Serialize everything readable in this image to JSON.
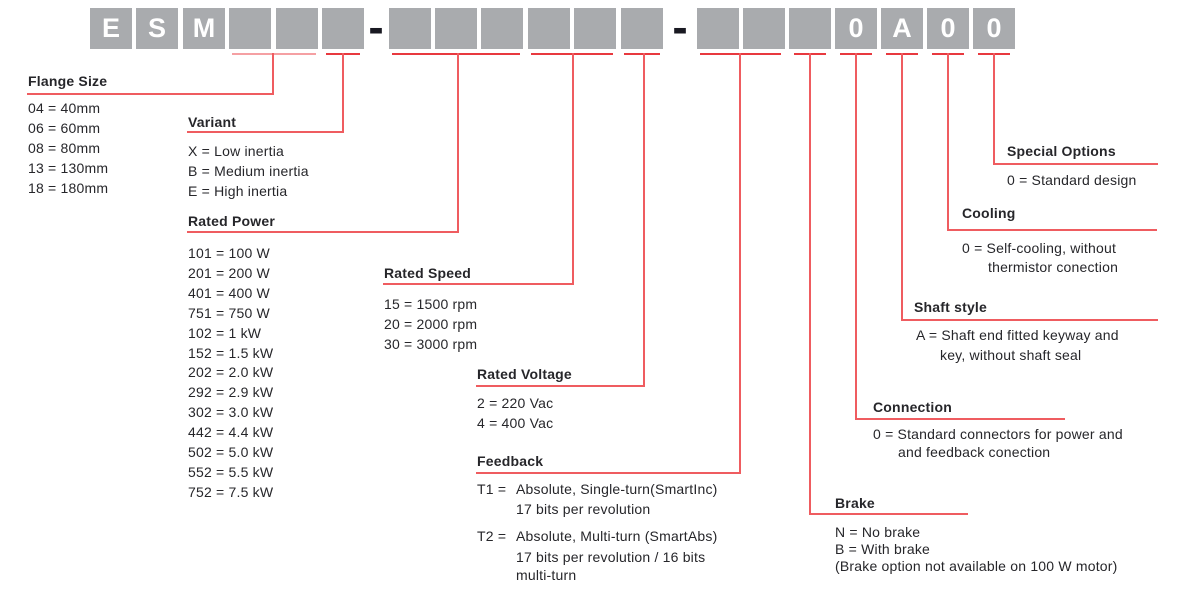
{
  "code": {
    "chars": [
      "E",
      "S",
      "M",
      "",
      "",
      "",
      "",
      "",
      "",
      "",
      "",
      "",
      "",
      "",
      "",
      "0",
      "A",
      "0",
      "0"
    ],
    "separator": "-"
  },
  "sections": {
    "flange": {
      "title": "Flange Size",
      "items": [
        "04 = 40mm",
        "06 = 60mm",
        "08 = 80mm",
        "13 = 130mm",
        "18 = 180mm"
      ]
    },
    "variant": {
      "title": "Variant",
      "items": [
        "X = Low inertia",
        "B = Medium inertia",
        "E = High inertia"
      ]
    },
    "rated_power": {
      "title": "Rated Power",
      "items": [
        "101 = 100 W",
        "201 = 200 W",
        "401 = 400 W",
        "751 = 750 W",
        "102 = 1 kW",
        "152 = 1.5 kW",
        "202 = 2.0 kW",
        "292 = 2.9 kW",
        "302 = 3.0 kW",
        "442 = 4.4 kW",
        "502 = 5.0 kW",
        "552 = 5.5 kW",
        "752 = 7.5 kW"
      ]
    },
    "rated_speed": {
      "title": "Rated Speed",
      "items": [
        "15 = 1500 rpm",
        "20 = 2000 rpm",
        "30 = 3000 rpm"
      ]
    },
    "rated_voltage": {
      "title": "Rated Voltage",
      "items": [
        "2 = 220 Vac",
        "4 = 400 Vac"
      ]
    },
    "feedback": {
      "title": "Feedback",
      "entries": [
        {
          "code": "T1 =",
          "lines": [
            "Absolute, Single-turn(SmartInc)",
            "17 bits per revolution"
          ]
        },
        {
          "code": "T2 =",
          "lines": [
            "Absolute, Multi-turn (SmartAbs)",
            "17 bits per revolution / 16 bits",
            "multi-turn"
          ]
        }
      ]
    },
    "brake": {
      "title": "Brake",
      "items": [
        "N = No brake",
        "B = With brake",
        "(Brake option not available on 100 W motor)"
      ]
    },
    "connection": {
      "title": "Connection",
      "lines": [
        "0 = Standard connectors for power and",
        "and feedback conection"
      ]
    },
    "shaft": {
      "title": "Shaft style",
      "lines": [
        "A = Shaft end fitted keyway and",
        "key, without shaft seal"
      ]
    },
    "cooling": {
      "title": "Cooling",
      "lines": [
        "0 = Self-cooling, without",
        "thermistor conection"
      ]
    },
    "special": {
      "title": "Special Options",
      "lines": [
        "0 = Standard design"
      ]
    }
  },
  "colors": {
    "box_gray": "#a9abae",
    "text_dark": "#26262a",
    "dash_dark": "#191922",
    "line_red": "#ef5c60",
    "tick_red": "#e8393f",
    "line_pink": "#f5a0a3"
  }
}
